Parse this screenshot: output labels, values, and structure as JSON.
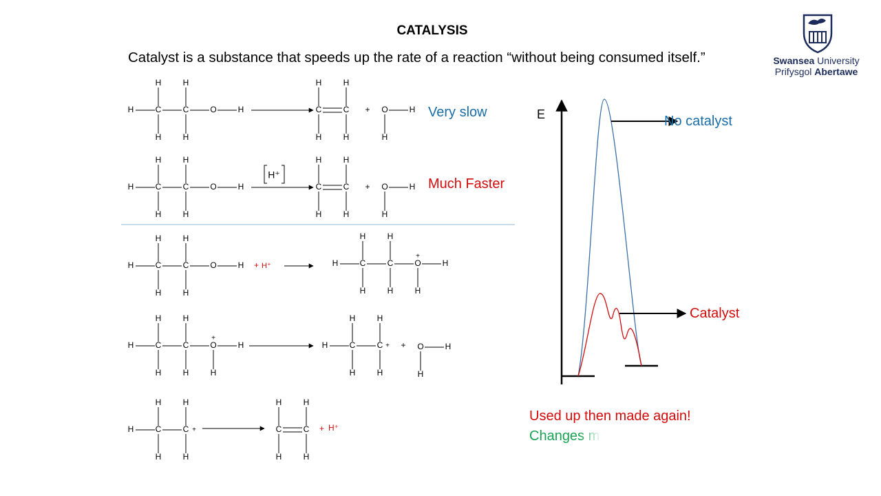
{
  "slide": {
    "title": "CATALYSIS",
    "subtitle": "Catalyst is a substance that speeds up the rate of a reaction “without being consumed itself.”"
  },
  "logo": {
    "line1_bold": "Swansea",
    "line1_rest": " University",
    "line2_rest": "Prifysgol ",
    "line2_bold": "Abertawe"
  },
  "reactions": {
    "row1_label": "Very slow",
    "row2_label": "Much Faster",
    "catalyst_bracket": "H⁺",
    "proton": "H⁺",
    "plus": "+",
    "plus_charge": "+"
  },
  "energy_diagram": {
    "axis_label": "E",
    "no_catalyst_label": "No catalyst",
    "catalyst_label": "Catalyst"
  },
  "notes": {
    "line1": "Used up then made again!",
    "line2": "Changes m"
  },
  "colors": {
    "blue": "#1a6ea8",
    "red": "#d20a0a",
    "green": "#14a050",
    "divider": "#a8c8e4"
  }
}
